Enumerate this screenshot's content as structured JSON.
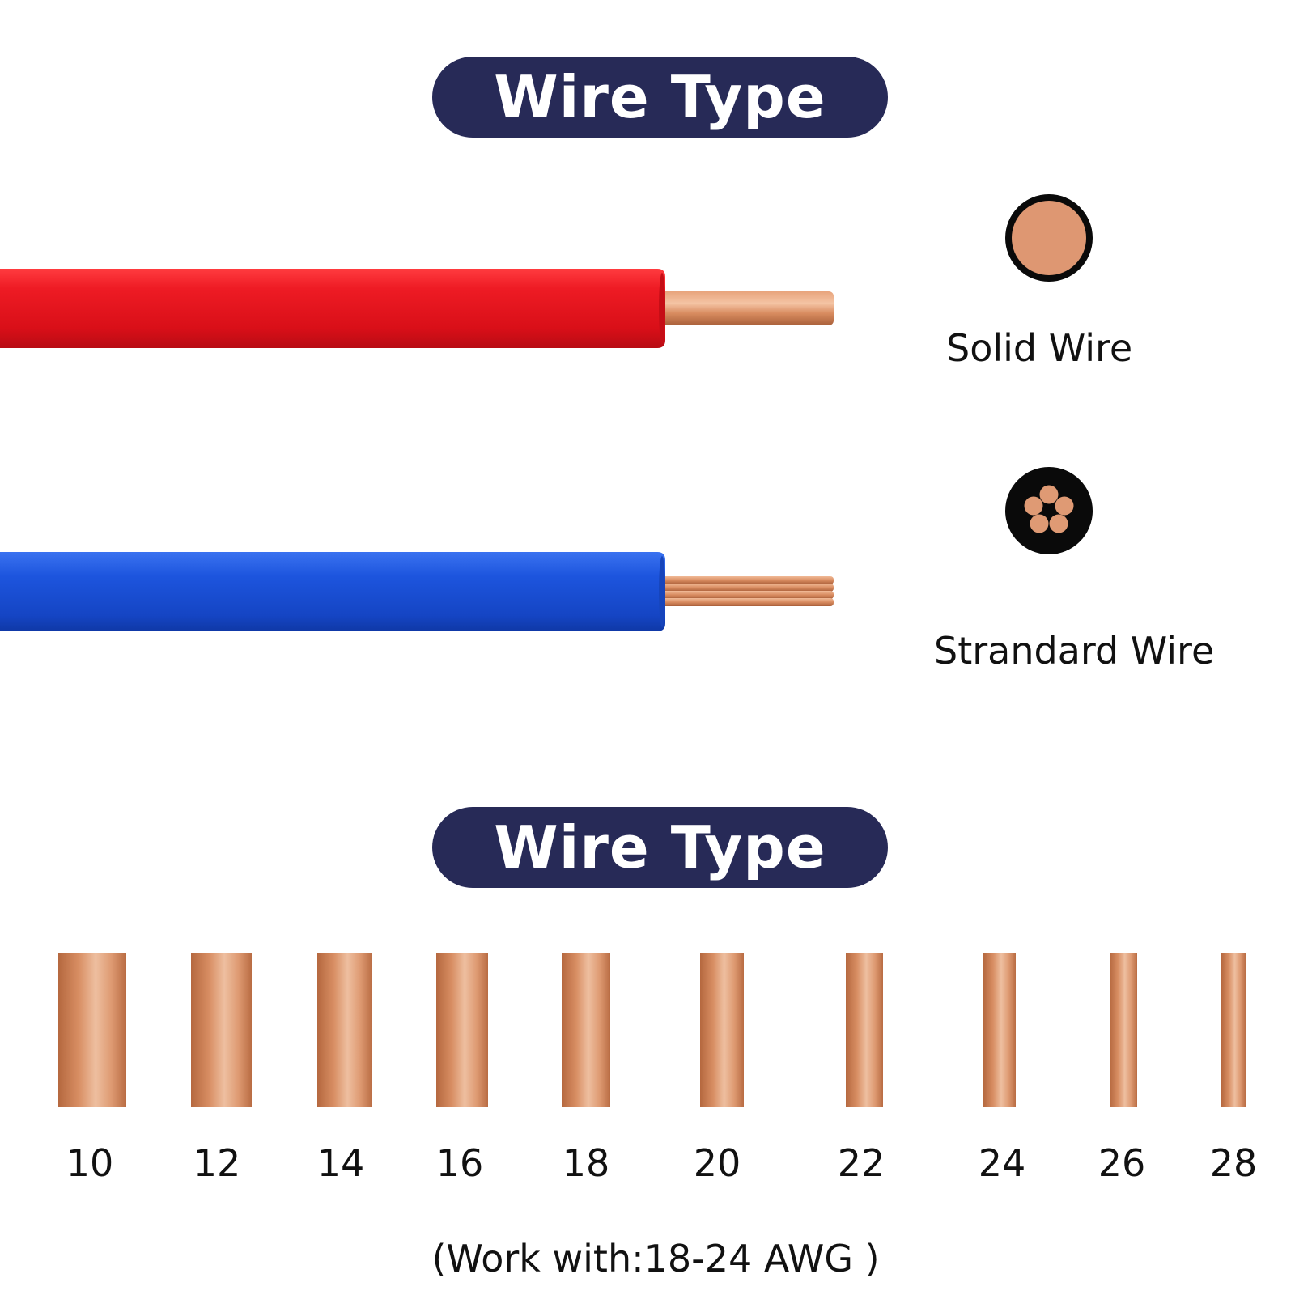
{
  "header_top": {
    "title": "Wire Type"
  },
  "wires": {
    "solid": {
      "label": "Solid Wire",
      "insulation_color": "#e3141d"
    },
    "stranded": {
      "label": "Strandard Wire",
      "insulation_color": "#1b4fd8"
    }
  },
  "copper_color": "#d9946b",
  "header_bottom": {
    "title": "Wire Type"
  },
  "gauges": [
    {
      "label": "10"
    },
    {
      "label": "12"
    },
    {
      "label": "14"
    },
    {
      "label": "16"
    },
    {
      "label": "18"
    },
    {
      "label": "20"
    },
    {
      "label": "22"
    },
    {
      "label": "24"
    },
    {
      "label": "26"
    },
    {
      "label": "28"
    }
  ],
  "note": "(Work with:18-24 AWG )"
}
